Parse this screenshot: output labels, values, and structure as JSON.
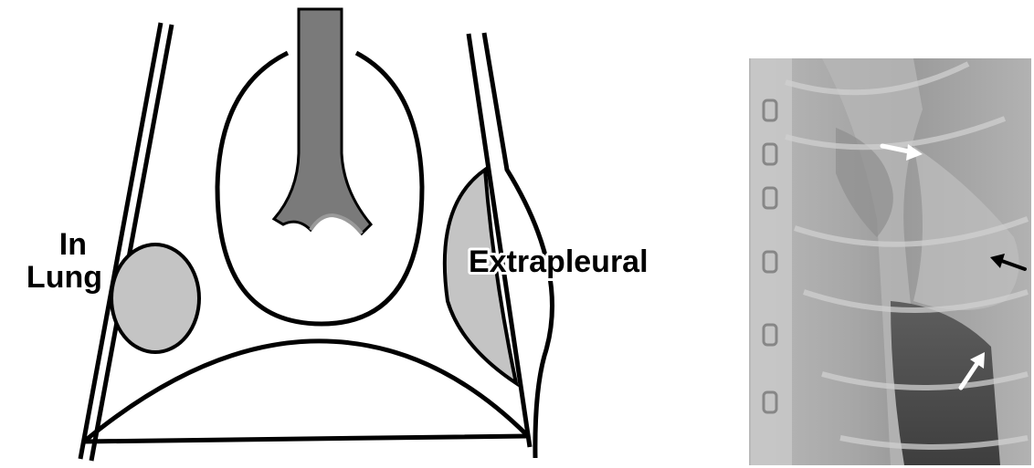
{
  "diagram": {
    "labels": {
      "in_lung_line1": "In",
      "in_lung_line2": "Lung",
      "extrapleural": "Extrapleural"
    },
    "colors": {
      "outline": "#000000",
      "lesion_fill": "#c4c4c4",
      "trachea_fill": "#7a7a7a",
      "background": "#ffffff"
    }
  },
  "radiograph": {
    "arrows": [
      {
        "color": "#ffffff",
        "direction": "right"
      },
      {
        "color": "#000000",
        "direction": "left"
      },
      {
        "color": "#ffffff",
        "direction": "up-right"
      }
    ]
  }
}
